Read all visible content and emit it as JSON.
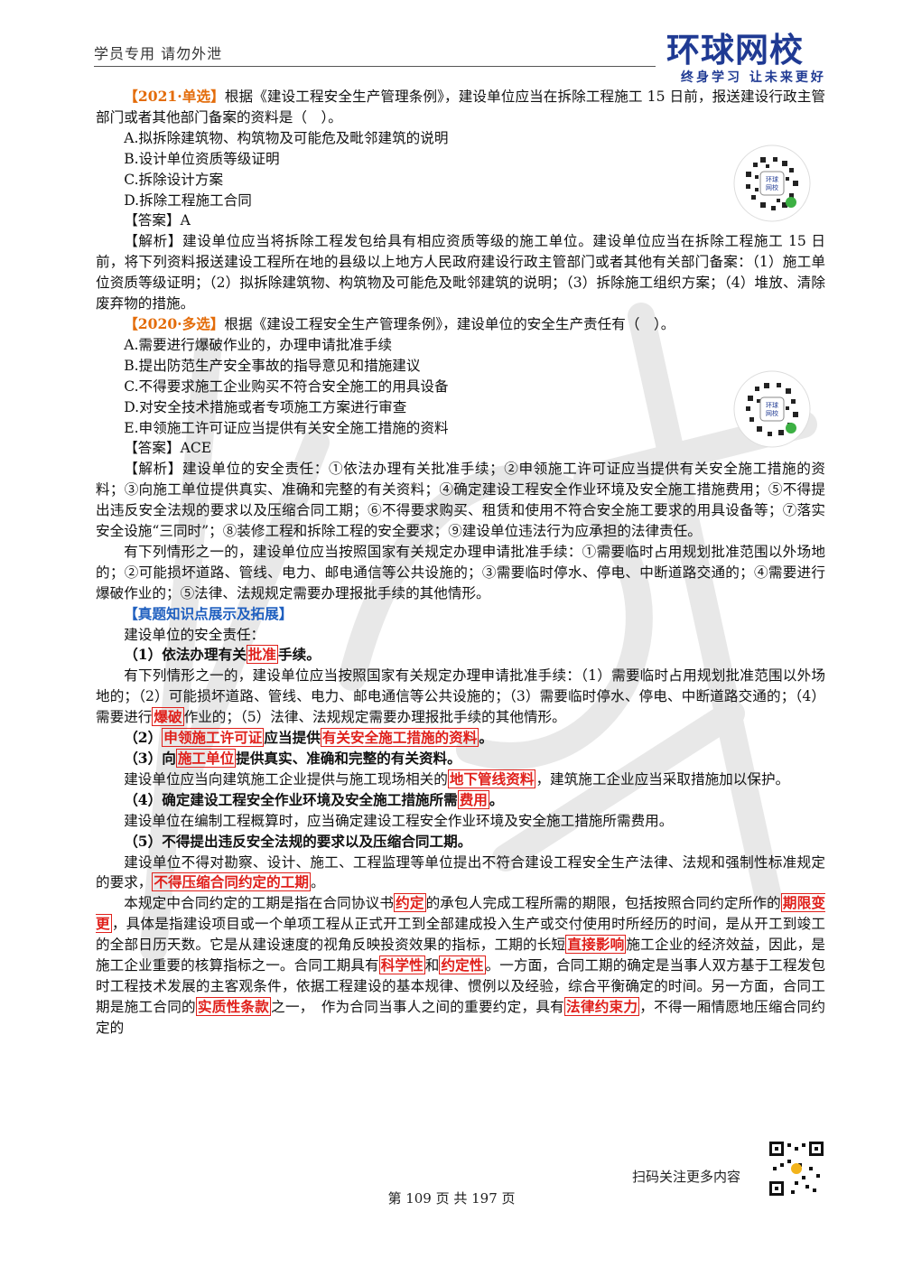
{
  "header": {
    "left_text": "学员专用 请勿外泄",
    "logo_text": "环球网校",
    "logo_slogan": "终身学习 让未来更好"
  },
  "q1": {
    "tag": "【2021·单选】",
    "stem": "根据《建设工程安全生产管理条例》，建设单位应当在拆除工程施工 15 日前，报送建设行政主管部门或者其他部门备案的资料是（　）。",
    "options": [
      "A.拟拆除建筑物、构筑物及可能危及毗邻建筑的说明",
      "B.设计单位资质等级证明",
      "C.拆除设计方案",
      "D.拆除工程施工合同"
    ],
    "answer_label": "【答案】",
    "answer": "A",
    "analysis_label": "【解析】",
    "analysis": "建设单位应当将拆除工程发包给具有相应资质等级的施工单位。建设单位应当在拆除工程施工 15 日前，将下列资料报送建设工程所在地的县级以上地方人民政府建设行政主管部门或者其他有关部门备案：（1）施工单位资质等级证明；（2）拟拆除建筑物、构筑物及可能危及毗邻建筑的说明；（3）拆除施工组织方案；（4）堆放、清除废弃物的措施。"
  },
  "q2": {
    "tag": "【2020·多选】",
    "stem": "根据《建设工程安全生产管理条例》，建设单位的安全生产责任有（　）。",
    "options": [
      "A.需要进行爆破作业的，办理申请批准手续",
      "B.提出防范生产安全事故的指导意见和措施建议",
      "C.不得要求施工企业购买不符合安全施工的用具设备",
      "D.对安全技术措施或者专项施工方案进行审查",
      "E.申领施工许可证应当提供有关安全施工措施的资料"
    ],
    "answer_label": "【答案】",
    "answer": "ACE",
    "analysis_label": "【解析】",
    "analysis": "建设单位的安全责任：①依法办理有关批准手续；②申领施工许可证应当提供有关安全施工措施的资料；③向施工单位提供真实、准确和完整的有关资料；④确定建设工程安全作业环境及安全施工措施费用；⑤不得提出违反安全法规的要求以及压缩合同工期；⑥不得要求购买、租赁和使用不符合安全施工要求的用具设备等；⑦落实安全设施“三同时”；⑧装修工程和拆除工程的安全要求；⑨建设单位违法行为应承担的法律责任。",
    "extra": "有下列情形之一的，建设单位应当按照国家有关规定办理申请批准手续：①需要临时占用规划批准范围以外场地的；②可能损坏道路、管线、电力、邮电通信等公共设施的；③需要临时停水、停电、中断道路交通的；④需要进行爆破作业的；⑤法律、法规规定需要办理报批手续的其他情形。"
  },
  "ext": {
    "heading": "【真题知识点展示及拓展】",
    "intro": "建设单位的安全责任：",
    "i1_pre": "（1）依法办理有关",
    "i1_hl": "批准",
    "i1_post": "手续。",
    "p1_a": "有下列情形之一的，建设单位应当按照国家有关规定办理申请批准手续：（1）需要临时占用规划批准范围以外场地的；（2）可能损坏道路、管线、电力、邮电通信等公共设施的；（3）需要临时停水、停电、中断道路交通的；（4）需要进行",
    "p1_hl": "爆破",
    "p1_b": "作业的；（5）法律、法规规定需要办理报批手续的其他情形。",
    "i2_pre": "（2）",
    "i2_hl1": "申领施工许可证",
    "i2_mid": "应当提供",
    "i2_hl2": "有关安全施工措施的资料",
    "i2_post": "。",
    "i3_pre": "（3）向",
    "i3_hl": "施工单位",
    "i3_post": "提供真实、准确和完整的有关资料。",
    "p3_a": "建设单位应当向建筑施工企业提供与施工现场相关的",
    "p3_hl": "地下管线资料",
    "p3_b": "，建筑施工企业应当采取措施加以保护。",
    "i4_pre": "（4）确定建设工程安全作业环境及安全施工措施所需",
    "i4_hl": "费用",
    "i4_post": "。",
    "p4": "建设单位在编制工程概算时，应当确定建设工程安全作业环境及安全施工措施所需费用。",
    "i5": "（5）不得提出违反安全法规的要求以及压缩合同工期。",
    "p5_a": "建设单位不得对勘察、设计、施工、工程监理等单位提出不符合建设工程安全生产法律、法规和强制性标准规定的要求，",
    "p5_hl": "不得压缩合同约定的工期",
    "p5_b": "。",
    "p6_a": "本规定中合同约定的工期是指在合同协议书",
    "p6_hl1": "约定",
    "p6_b": "的承包人完成工程所需的期限，包括按照合同约定所作的",
    "p6_hl2": "期限变更",
    "p6_c": "，具体是指建设项目或一个单项工程从正式开工到全部建成投入生产或交付使用时所经历的时间，是从开工到竣工的全部日历天数。它是从建设速度的视角反映投资效果的指标，工期的长短",
    "p6_hl3": "直接影响",
    "p6_d": "施工企业的经济效益，因此，是施工企业重要的核算指标之一。合同工期具有",
    "p6_hl4": "科学性",
    "p6_e": "和",
    "p6_hl5": "约定性",
    "p6_f": "。一方面，合同工期的确定是当事人双方基于工程发包时工程技术发展的主客观条件，依据工程建设的基本规律、惯例以及经验，综合平衡确定的时间。另一方面，合同工期是施工合同的",
    "p6_hl6": "实质性条款",
    "p6_g": "之一，　作为合同当事人之间的重要约定，具有",
    "p6_hl7": "法律约束力",
    "p6_h": "，不得一厢情愿地压缩合同约定的"
  },
  "footer": {
    "page": "第 109 页 共 197 页",
    "scan_text": "扫码关注更多内容"
  },
  "colors": {
    "tag_orange": "#e36c0a",
    "heading_blue": "#1f5fbf",
    "highlight_red": "#e0201b",
    "logo_blue": "#1f3a93"
  }
}
